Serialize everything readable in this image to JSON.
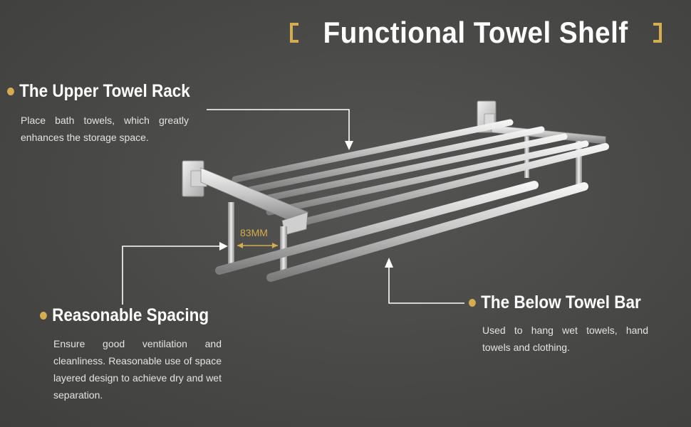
{
  "title": "Functional Towel Shelf",
  "colors": {
    "accent": "#d6ad4e",
    "background": "#4a4a48",
    "text": "#ffffff"
  },
  "upper": {
    "heading": "The Upper Towel Rack",
    "desc": "Place bath towels, which greatly enhances the storage space."
  },
  "spacing": {
    "heading": "Reasonable Spacing",
    "desc": "Ensure good ventilation and cleanliness. Reasonable use of space layered design to achieve dry and wet separation."
  },
  "below": {
    "heading": "The Below Towel Bar",
    "desc": "Used to hang wet towels, hand towels and clothing."
  },
  "dimension": {
    "label": "83MM"
  }
}
